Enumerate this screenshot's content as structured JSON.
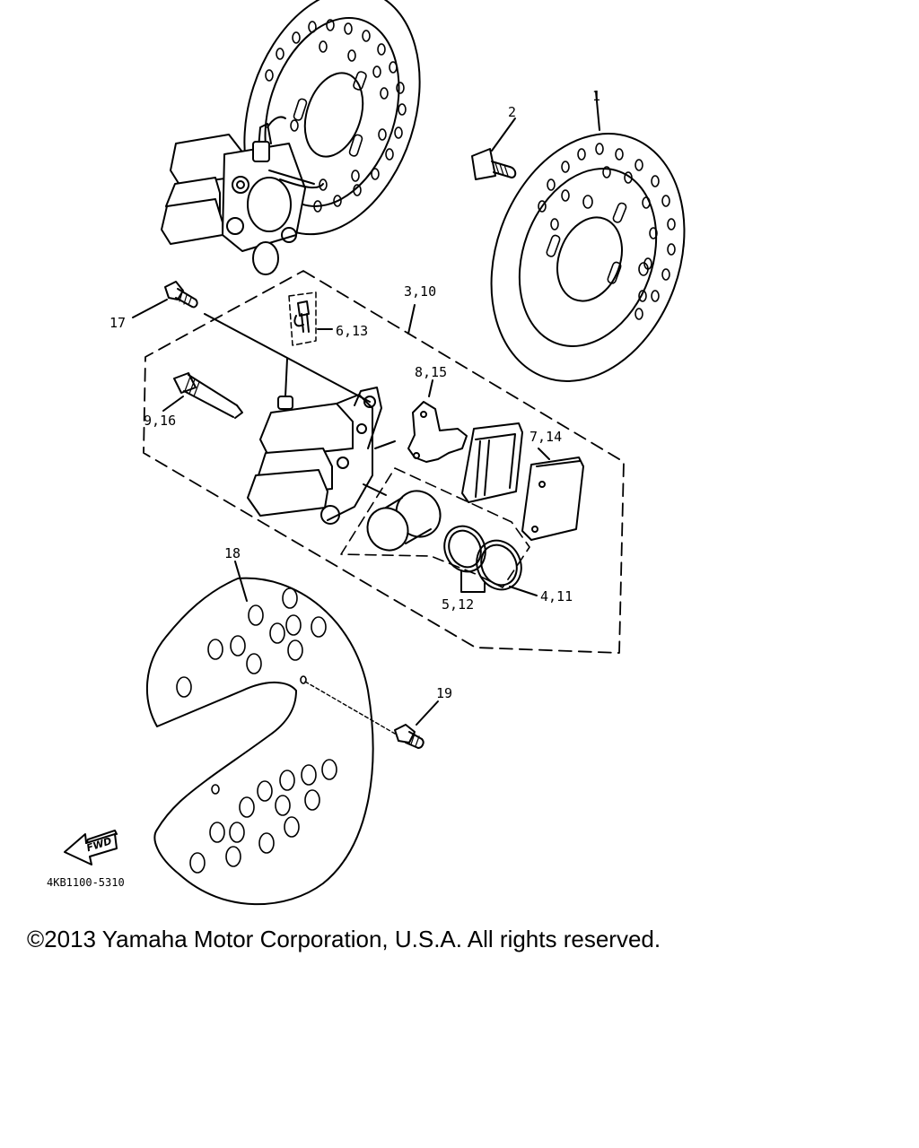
{
  "callouts": {
    "c1": "1",
    "c2": "2",
    "c3_10": "3,10",
    "c4_11": "4,11",
    "c5_12": "5,12",
    "c6_13": "6,13",
    "c7_14": "7,14",
    "c8_15": "8,15",
    "c9_16": "9,16",
    "c17": "17",
    "c18": "18",
    "c19": "19"
  },
  "fwd_label": "FWD",
  "diagram_code": "4KB1100-5310",
  "copyright": "©2013 Yamaha Motor Corporation, U.S.A. All rights reserved."
}
